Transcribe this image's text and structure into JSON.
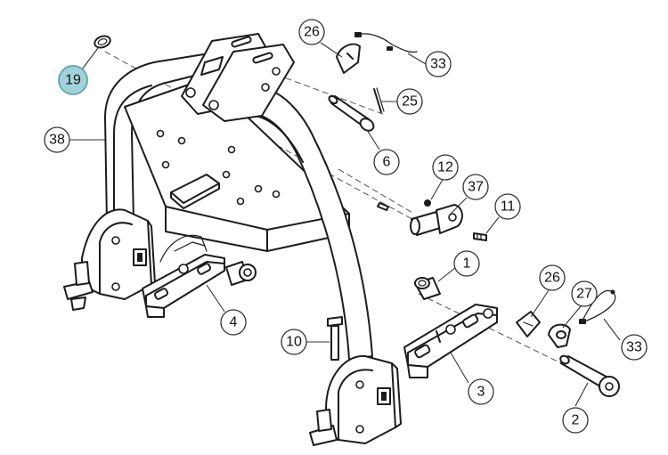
{
  "diagram": {
    "highlight_color": "#a3d3da",
    "callouts": [
      {
        "id": "c19",
        "label": "19",
        "highlighted": true
      },
      {
        "id": "c38",
        "label": "38",
        "highlighted": false
      },
      {
        "id": "c26a",
        "label": "26",
        "highlighted": false
      },
      {
        "id": "c33a",
        "label": "33",
        "highlighted": false
      },
      {
        "id": "c25",
        "label": "25",
        "highlighted": false
      },
      {
        "id": "c6",
        "label": "6",
        "highlighted": false
      },
      {
        "id": "c12",
        "label": "12",
        "highlighted": false
      },
      {
        "id": "c37",
        "label": "37",
        "highlighted": false
      },
      {
        "id": "c11",
        "label": "11",
        "highlighted": false
      },
      {
        "id": "c1",
        "label": "1",
        "highlighted": false
      },
      {
        "id": "c4",
        "label": "4",
        "highlighted": false
      },
      {
        "id": "c10",
        "label": "10",
        "highlighted": false
      },
      {
        "id": "c26b",
        "label": "26",
        "highlighted": false
      },
      {
        "id": "c27",
        "label": "27",
        "highlighted": false
      },
      {
        "id": "c33b",
        "label": "33",
        "highlighted": false
      },
      {
        "id": "c3",
        "label": "3",
        "highlighted": false
      },
      {
        "id": "c2",
        "label": "2",
        "highlighted": false
      }
    ]
  }
}
